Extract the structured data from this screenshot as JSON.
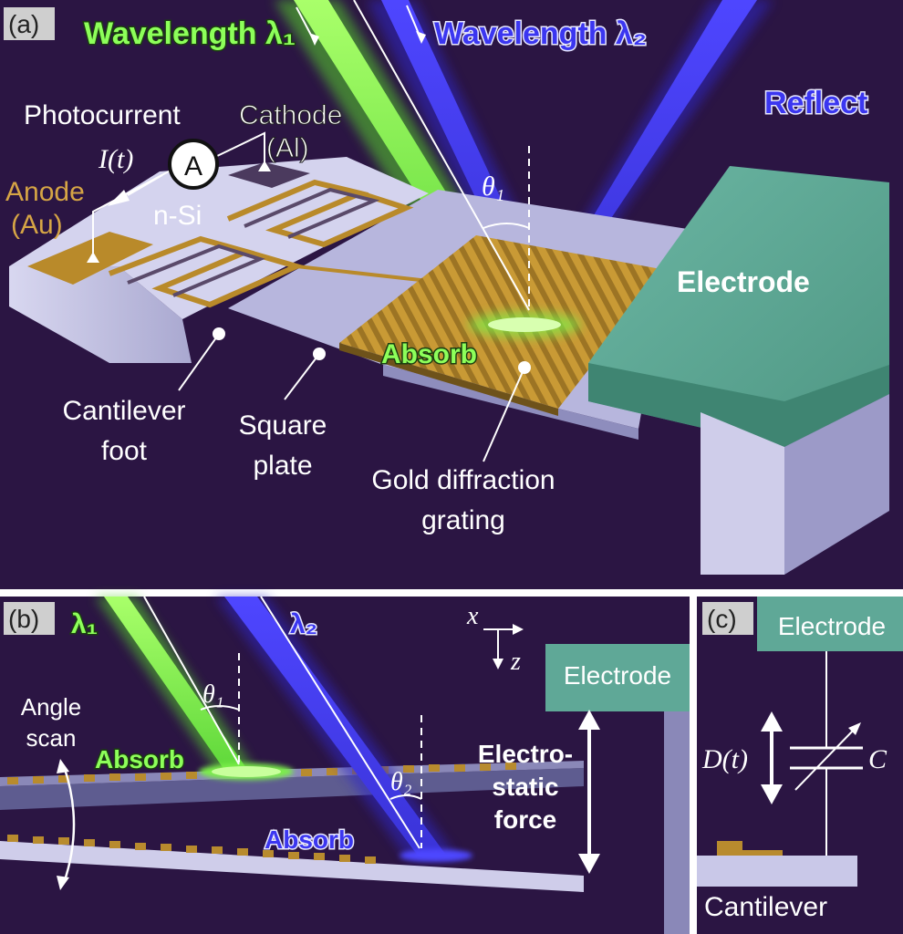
{
  "panel_a": {
    "tag": "(a)",
    "wavelength1": "Wavelength λ₁",
    "wavelength2": "Wavelength λ₂",
    "reflect": "Reflect",
    "photocurrent": "Photocurrent",
    "current": "I(t)",
    "ammeter": "A",
    "cathode": "Cathode",
    "cathode_material": "(Al)",
    "anode": "Anode",
    "anode_material": "(Au)",
    "nsi": "n-Si",
    "theta1": "θ₁",
    "electrode": "Electrode",
    "absorb": "Absorb",
    "cantilever_foot_1": "Cantilever",
    "cantilever_foot_2": "foot",
    "square_plate_1": "Square",
    "square_plate_2": "plate",
    "grating_1": "Gold diffraction",
    "grating_2": "grating"
  },
  "panel_b": {
    "tag": "(b)",
    "lambda1": "λ₁",
    "lambda2": "λ₂",
    "axis_x": "x",
    "axis_z": "z",
    "electrode": "Electrode",
    "theta1": "θ₁",
    "theta2": "θ₂",
    "angle_scan_1": "Angle",
    "angle_scan_2": "scan",
    "absorb1": "Absorb",
    "absorb2": "Absorb",
    "force_1": "Electro-",
    "force_2": "static",
    "force_3": "force"
  },
  "panel_c": {
    "tag": "(c)",
    "electrode": "Electrode",
    "distance": "D(t)",
    "capacitance": "C",
    "cantilever": "Cantilever"
  },
  "colors": {
    "background": "#2b1543",
    "green_beam": "#7cf04a",
    "blue_beam": "#3f3cf5",
    "gold": "#b98a2a",
    "electrode": "#5fa897",
    "silicon": "#c9c8e8"
  }
}
